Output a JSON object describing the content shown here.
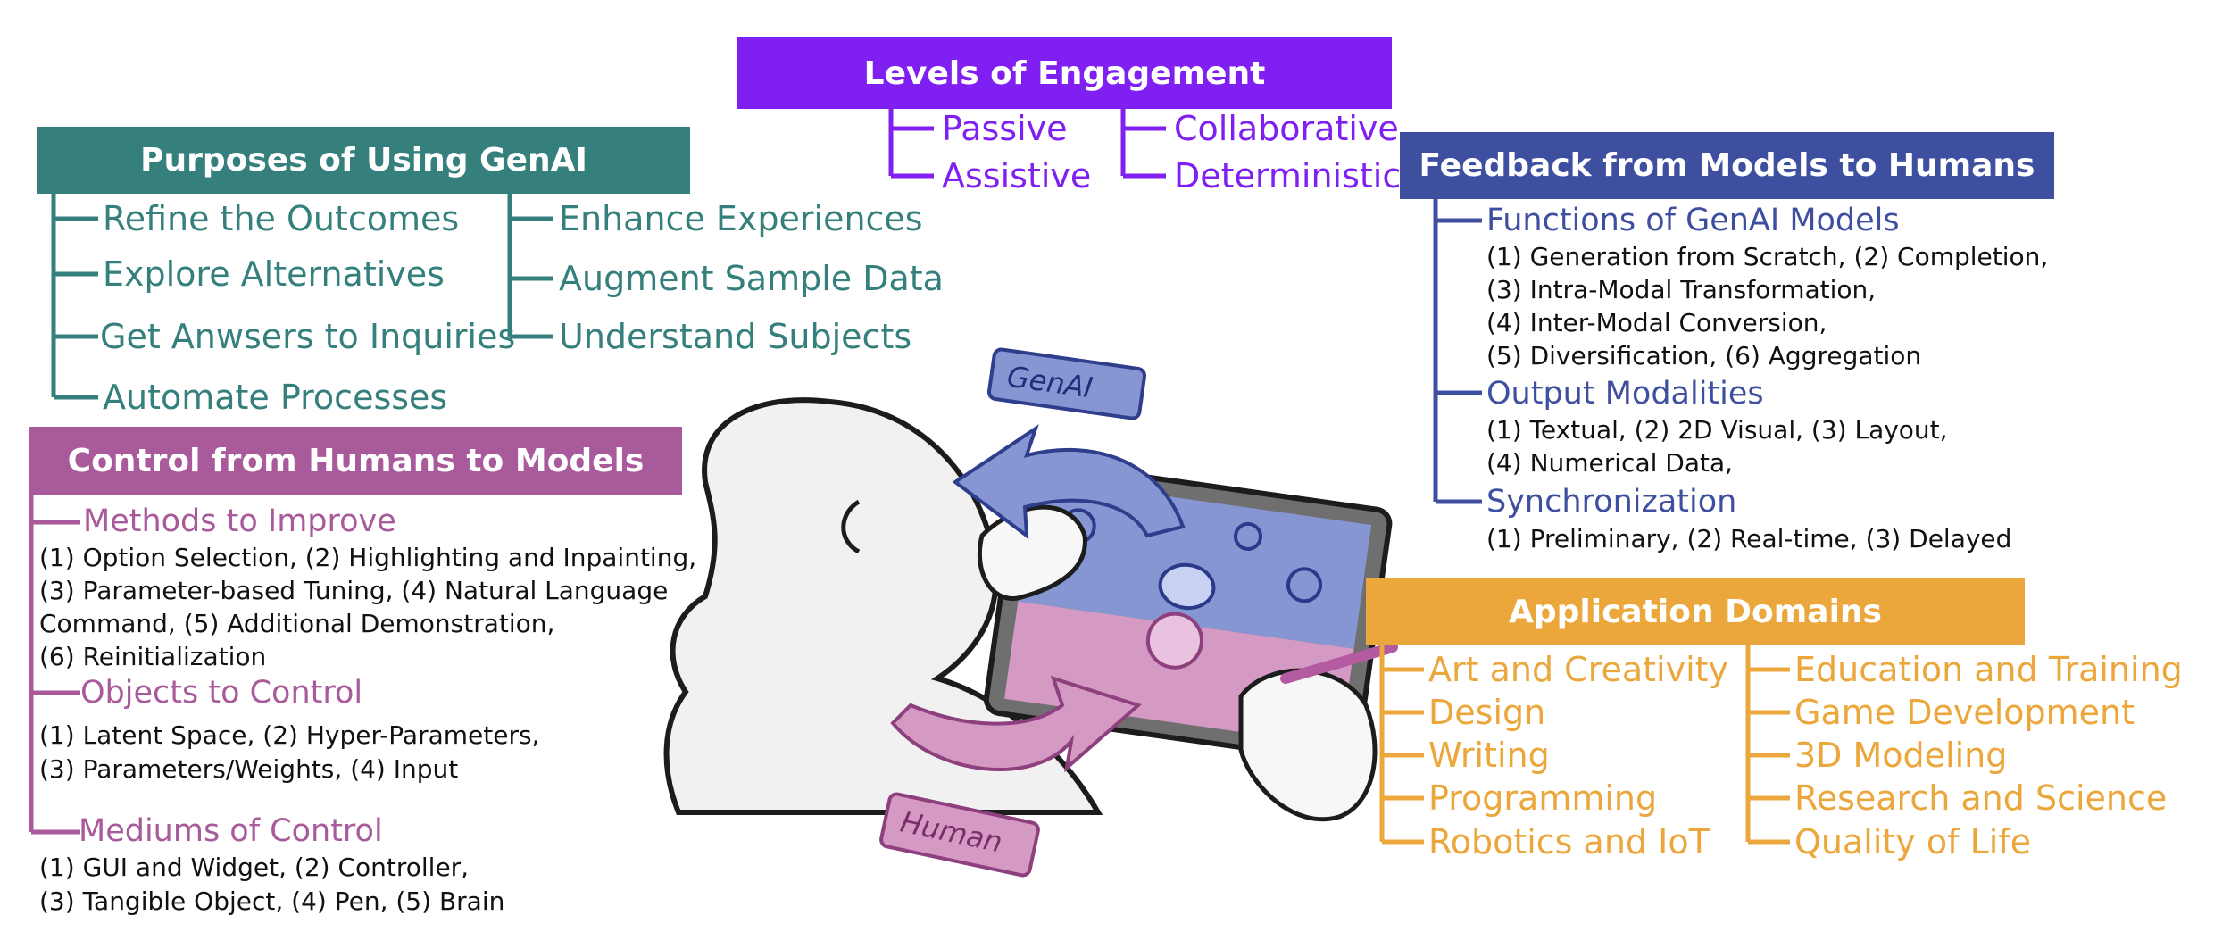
{
  "colors": {
    "purpose": "#35807c",
    "engagement": "#7f1ff2",
    "feedback": "#3f4fa0",
    "control": "#a85a9a",
    "domains": "#eba73c",
    "screen_top": "#8696d2",
    "screen_bottom": "#d49ac4",
    "arrow_genai": "#8696d2",
    "arrow_human": "#d49ac4"
  },
  "engagement": {
    "title": "Levels of Engagement",
    "items": [
      "Passive",
      "Assistive",
      "Collaborative",
      "Deterministic"
    ]
  },
  "purpose": {
    "title": "Purposes of Using GenAI",
    "items": [
      "Refine the Outcomes",
      "Explore Alternatives",
      "Get Anwsers to Inquiries",
      "Automate Processes",
      "Enhance Experiences",
      "Augment Sample Data",
      "Understand Subjects"
    ]
  },
  "feedback": {
    "title": "Feedback from Models to Humans",
    "functions": {
      "label": "Functions of GenAI Models",
      "lines": [
        "(1) Generation from Scratch, (2) Completion,",
        "(3) Intra-Modal Transformation,",
        "(4) Inter-Modal Conversion,",
        "(5) Diversification, (6) Aggregation"
      ]
    },
    "modalities": {
      "label": "Output Modalities",
      "lines": [
        "(1) Textual, (2) 2D Visual, (3) Layout,",
        "(4) Numerical Data,"
      ]
    },
    "sync": {
      "label": "Synchronization",
      "lines": [
        "(1) Preliminary, (2) Real-time, (3) Delayed"
      ]
    }
  },
  "control": {
    "title": "Control from Humans to Models",
    "methods": {
      "label": "Methods to Improve",
      "lines": [
        "(1) Option Selection, (2) Highlighting and Inpainting,",
        "(3) Parameter-based Tuning, (4) Natural Language",
        "Command,  (5) Additional Demonstration,",
        "(6) Reinitialization"
      ]
    },
    "objects": {
      "label": "Objects to Control",
      "lines": [
        "(1) Latent Space, (2) Hyper-Parameters,",
        "(3) Parameters/Weights, (4) Input"
      ]
    },
    "mediums": {
      "label": "Mediums of Control",
      "lines": [
        "(1) GUI and Widget, (2) Controller,",
        "(3) Tangible Object, (4) Pen, (5) Brain"
      ]
    }
  },
  "domains": {
    "title": "Application Domains",
    "left": [
      "Art and Creativity",
      "Design",
      "Writing",
      "Programming",
      "Robotics and IoT"
    ],
    "right": [
      "Education and Training",
      "Game Development",
      "3D Modeling",
      "Research and Science",
      "Quality of Life"
    ]
  },
  "illustration": {
    "genai_tag": "GenAI",
    "human_tag": "Human"
  }
}
